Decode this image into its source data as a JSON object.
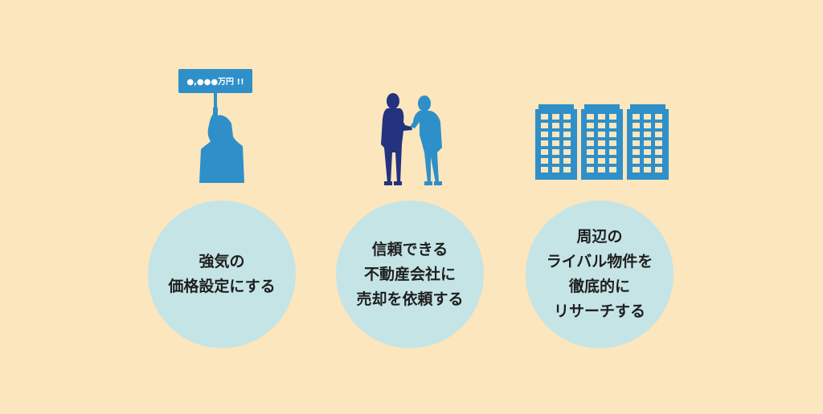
{
  "colors": {
    "background": "#fce6bd",
    "circle": "#c5e4e6",
    "figure_blue": "#2f90c9",
    "suit_navy": "#23337f",
    "sign_text": "#ffffff"
  },
  "sign": {
    "text": "●,●●●万円 !!"
  },
  "items": [
    {
      "icon": "person-holding-sign-icon",
      "lines": [
        "強気の",
        "価格設定にする"
      ]
    },
    {
      "icon": "handshake-icon",
      "lines": [
        "信頼できる",
        "不動産会社に",
        "売却を依頼する"
      ]
    },
    {
      "icon": "buildings-icon",
      "lines": [
        "周辺の",
        "ライバル物件を",
        "徹底的に",
        "リサーチする"
      ]
    }
  ]
}
